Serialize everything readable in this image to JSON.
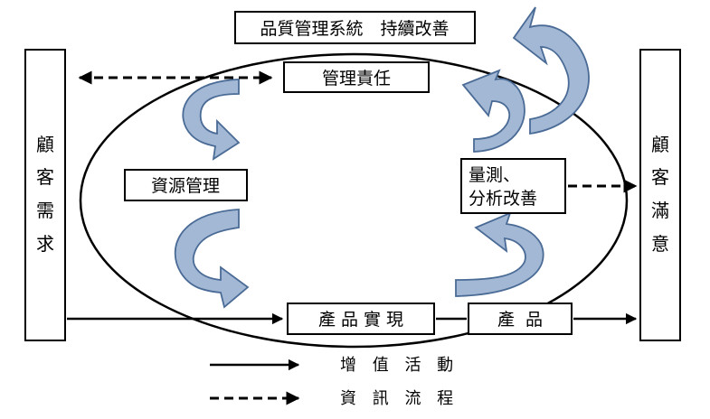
{
  "title": "品質管理系統　持續改善",
  "boxes": {
    "customer_needs": [
      "顧",
      "客",
      "需",
      "求"
    ],
    "customer_satisfaction": [
      "顧",
      "客",
      "滿",
      "意"
    ],
    "management_responsibility": "管理責任",
    "resource_management": "資源管理",
    "measurement_line1": "量測、",
    "measurement_line2": "分析改善",
    "product_realization": "產 品 實 現",
    "product": "產  品"
  },
  "legend": {
    "value_activity": "增 值 活 動",
    "information_flow": "資 訊 流 程"
  },
  "colors": {
    "curved_arrow_fill": "#a3b8d4",
    "curved_arrow_stroke": "#4a6b96",
    "line": "#000000"
  }
}
